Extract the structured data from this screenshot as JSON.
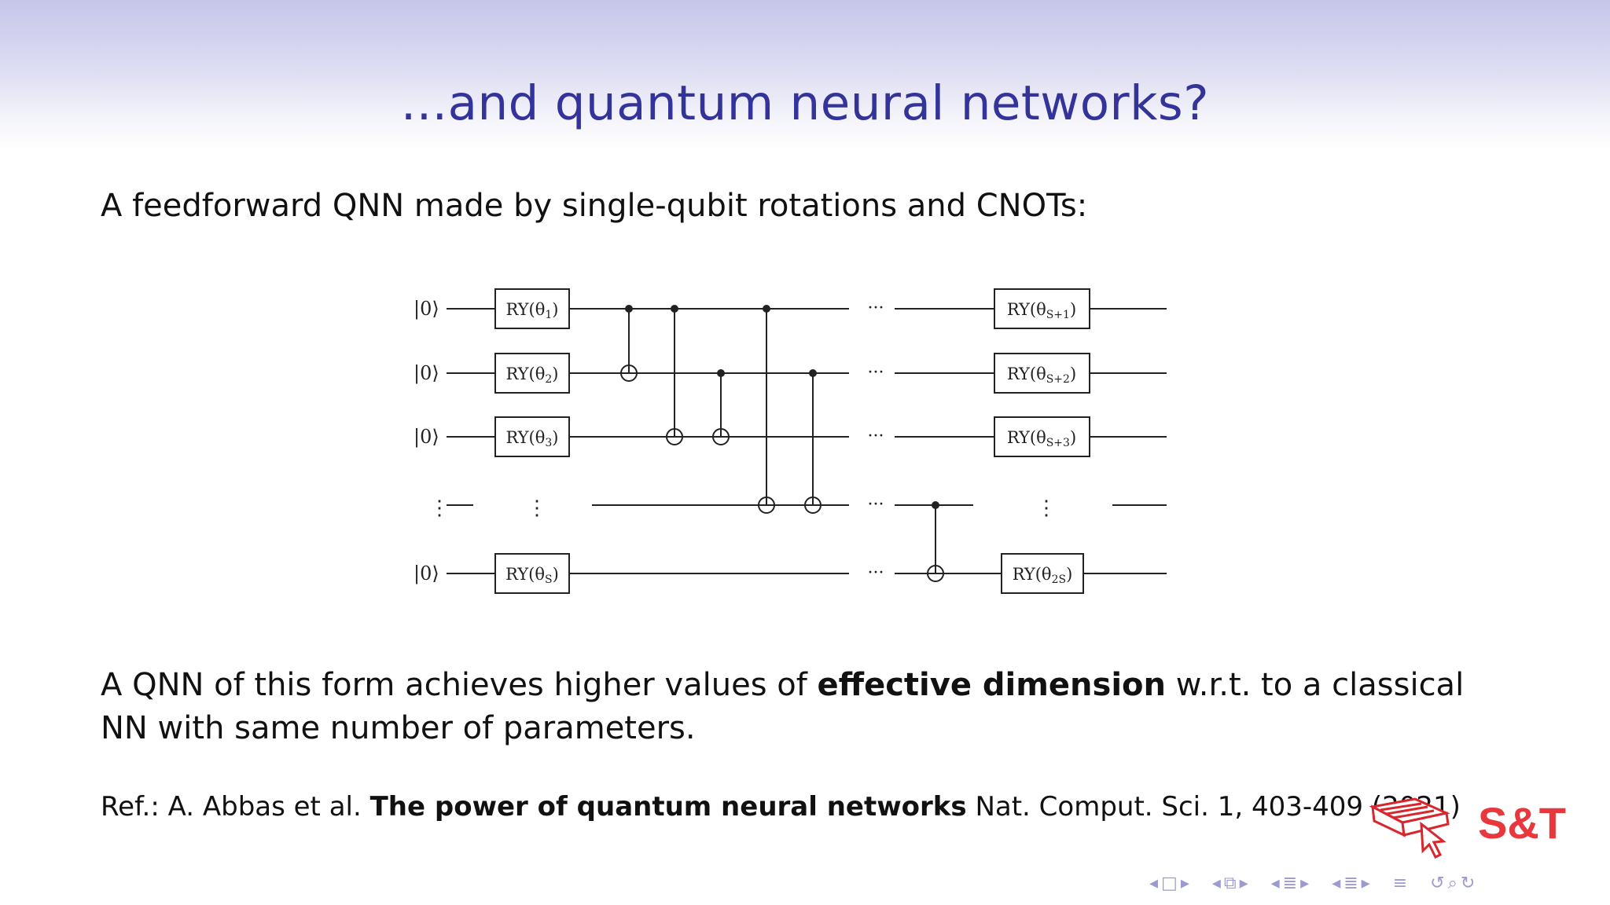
{
  "slide": {
    "title": "...and quantum neural networks?",
    "intro": "A feedforward QNN made by single-qubit rotations and CNOTs:",
    "conclusion": {
      "before": "A QNN of this form achieves higher values of ",
      "bold": "effective dimension",
      "after": " w.r.t. to a classical NN with same number of parameters."
    },
    "reference": {
      "prefix": "Ref.: A. Abbas et al. ",
      "bold_title": "The power of quantum neural networks",
      "suffix": " Nat. Comput. Sci. 1, 403-409 (2021)"
    }
  },
  "circuit": {
    "input_state": "|0⟩",
    "continuation_dots": "···",
    "vertical_dots": "⋮",
    "gate_prefix": "RY(θ",
    "first_layer_subscripts": [
      "1",
      "2",
      "3",
      "S"
    ],
    "second_layer_subscripts": [
      "S+1",
      "S+2",
      "S+3",
      "2S"
    ]
  },
  "logo": {
    "text": "S&T",
    "color": "#e8383d"
  },
  "colors": {
    "title": "#33339a",
    "header_gradient_top": "#c6c6ea",
    "nav": "#9b9bcf"
  },
  "nav_icons": [
    "prev-frame-icon",
    "next-frame-icon",
    "prev-section-icon",
    "next-section-icon",
    "prev-subsection-icon",
    "next-subsection-icon",
    "toc-icon",
    "undo-icon",
    "search-icon",
    "redo-icon"
  ]
}
